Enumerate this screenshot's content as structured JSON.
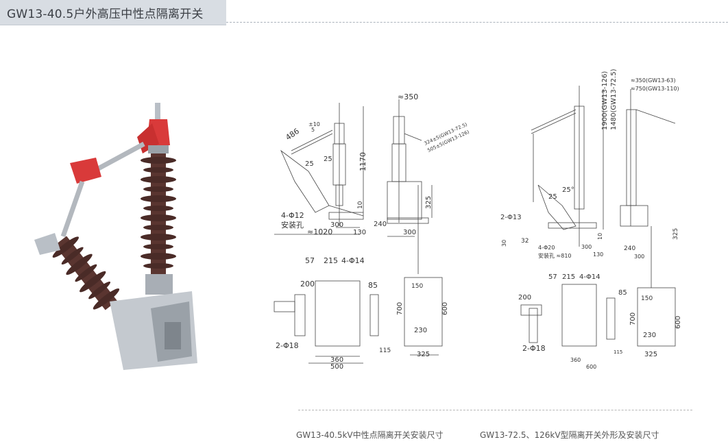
{
  "header": {
    "title": "GW13-40.5户外高压中性点隔离开关"
  },
  "drawing_left": {
    "top_dim_a": "486",
    "top_dim_b": "±10",
    "top_dim_c": "5",
    "angle_25": "25",
    "height_1170": "1170",
    "holes": "4-Φ12",
    "mount_holes": "安装孔",
    "dim_300": "300",
    "dim_1020": "≈1020",
    "dim_130": "130",
    "dim_10": "10",
    "side_350": "≈350",
    "side_note_a": "324±5(GW13-72.5)",
    "side_note_b": "505±5(GW13-126)",
    "dim_325": "325",
    "dim_240": "240",
    "dim_300b": "300",
    "dim_57": "57",
    "dim_215": "215",
    "dim_4phi14": "4-Φ14",
    "dim_200": "200",
    "dim_85": "85",
    "dim_2phi18": "2-Φ18",
    "dim_360": "360",
    "dim_500": "500",
    "dim_115": "115",
    "dim_150": "150",
    "dim_700": "700",
    "dim_600": "600",
    "dim_230": "230",
    "dim_325b": "325"
  },
  "drawing_right": {
    "note_a": "≈350(GW13-63)",
    "note_b": "≈750(GW13-110)",
    "height_1900": "1900(GW13-126)",
    "height_1480": "1480(GW13-72.5)",
    "dim_25": "25°",
    "dim_25b": "25",
    "holes": "2-Φ13",
    "dim_30": "30",
    "dim_32": "32",
    "dim_4phi20": "4-Φ20",
    "mount": "安装孔 ≈810",
    "dim_300": "300",
    "dim_130": "130",
    "dim_10": "10",
    "dim_240": "240",
    "dim_300b": "300",
    "dim_325": "325",
    "dim_57": "57",
    "dim_215": "215",
    "dim_4phi14": "4-Φ14",
    "dim_200": "200",
    "dim_85": "85",
    "dim_150": "150",
    "dim_700": "700",
    "dim_600": "600",
    "dim_230": "230",
    "dim_325b": "325",
    "dim_2phi18": "2-Φ18",
    "dim_360": "360",
    "dim_600b": "600",
    "dim_115": "115"
  },
  "captions": {
    "left": "GW13-40.5kV中性点隔离开关安装尺寸",
    "right": "GW13-72.5、126kV型隔离开关外形及安装尺寸"
  },
  "colors": {
    "tab_bg": "#d8dde3",
    "insulator": "#5a3530",
    "contact_red": "#d93a3a",
    "metal": "#a8aeb5"
  }
}
